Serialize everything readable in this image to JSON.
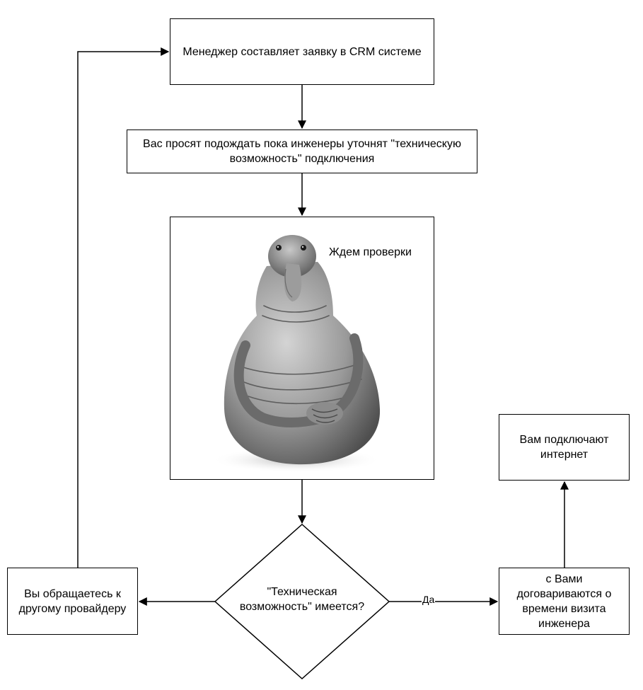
{
  "nodes": {
    "create_request": "Менеджер составляет заявку в CRM системе",
    "wait_engineers": "Вас просят подождать пока инженеры уточнят \"техническую возможность\" подключения",
    "waiting_check": "Ждем проверки",
    "decision": "\"Техническая возможность\" имеется?",
    "other_provider": "Вы обращаетесь к другому провайдеру",
    "schedule_visit": "с Вами договариваются о времени визита инженера",
    "connected": "Вам подключают интернет"
  },
  "edges": {
    "yes_label": "Да"
  },
  "figure": {
    "subject": "zhdun-creature-illustration"
  }
}
